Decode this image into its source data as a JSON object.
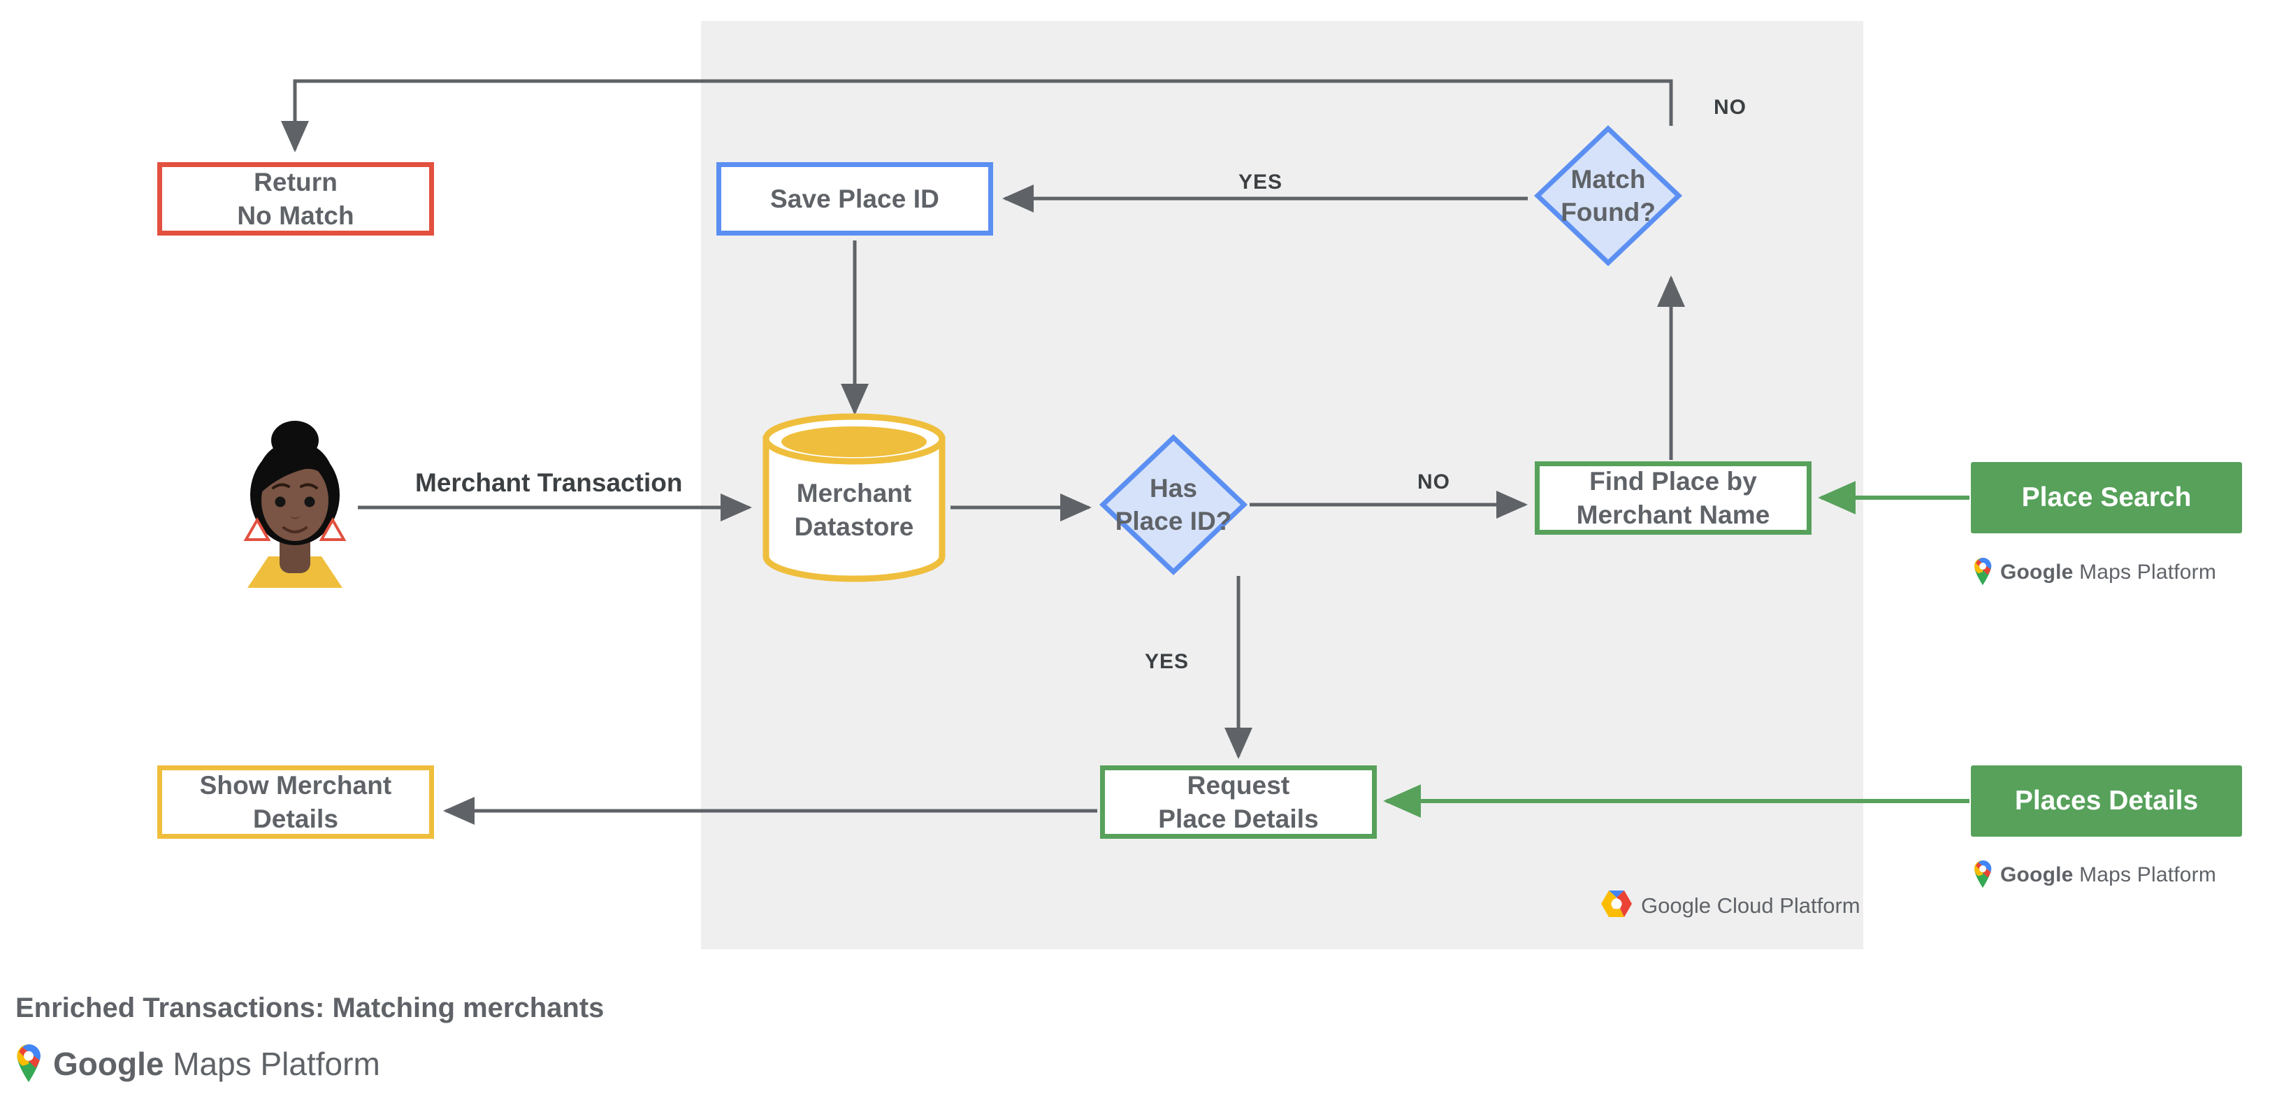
{
  "diagram": {
    "title": "Enriched Transactions: Matching merchants",
    "panel": {
      "name": "google-cloud-platform-region"
    },
    "colors": {
      "panel_bg": "#EFEFEF",
      "red": "#E2503F",
      "blue": "#5B8FF2",
      "blue_fill": "#D6E2F9",
      "green": "#57A15B",
      "yellow": "#EFBE3C",
      "text": "#5F6368",
      "edge": "#5F6368"
    },
    "nodes": {
      "return_no_match": {
        "label": "Return\nNo Match",
        "shape": "box",
        "border": "#E2503F"
      },
      "save_place_id": {
        "label": "Save Place ID",
        "shape": "box",
        "border": "#5B8FF2"
      },
      "merchant_datastore": {
        "label": "Merchant\nDatastore",
        "shape": "cylinder",
        "border": "#EFBE3C"
      },
      "has_place_id": {
        "label": "Has\nPlace ID?",
        "shape": "diamond",
        "border": "#5B8FF2"
      },
      "match_found": {
        "label": "Match\nFound?",
        "shape": "diamond",
        "border": "#5B8FF2"
      },
      "find_place_by_merchant_name": {
        "label": "Find Place by\nMerchant Name",
        "shape": "box",
        "border": "#57A15B"
      },
      "request_place_details": {
        "label": "Request\nPlace Details",
        "shape": "box",
        "border": "#57A15B"
      },
      "show_merchant_details": {
        "label": "Show Merchant\nDetails",
        "shape": "box",
        "border": "#EFBE3C"
      },
      "place_search_chip": {
        "label": "Place Search",
        "shape": "chip",
        "fill": "#57A15B"
      },
      "places_details_chip": {
        "label": "Places Details",
        "shape": "chip",
        "fill": "#57A15B"
      }
    },
    "edge_labels": {
      "merchant_transaction": "Merchant Transaction",
      "yes_match_found": "YES",
      "no_match_found": "NO",
      "no_has_place_id": "NO",
      "yes_has_place_id": "YES"
    },
    "logos": {
      "gmp_bold": "Google",
      "gmp_rest": " Maps Platform",
      "gcp_bold": "Google",
      "gcp_rest": " Cloud Platform"
    },
    "actor": {
      "name": "customer-avatar"
    }
  }
}
